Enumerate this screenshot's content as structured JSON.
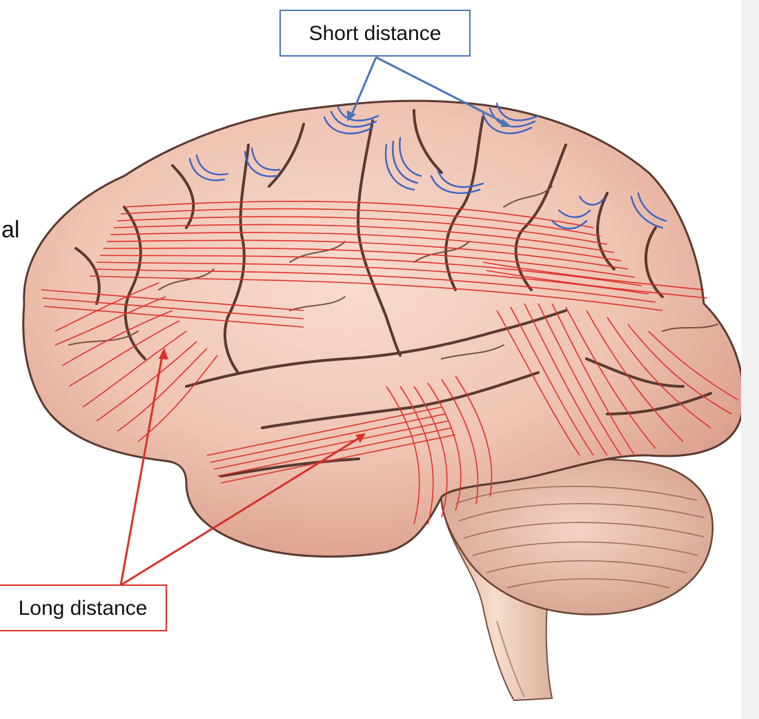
{
  "labels": {
    "short_distance": "Short distance",
    "long_distance": "Long distance",
    "partial_text": "al"
  },
  "colors": {
    "short_fiber": "#3c63c4",
    "long_fiber": "#e0322a",
    "short_box_border": "#4a78b6",
    "long_box_border": "#d9322b",
    "brain_fill": "#f0c7b6",
    "brain_shadow": "#5a3a30",
    "brainstem_fill": "#f3d5c2"
  },
  "icons": {
    "brain": "brain-illustration-icon"
  }
}
